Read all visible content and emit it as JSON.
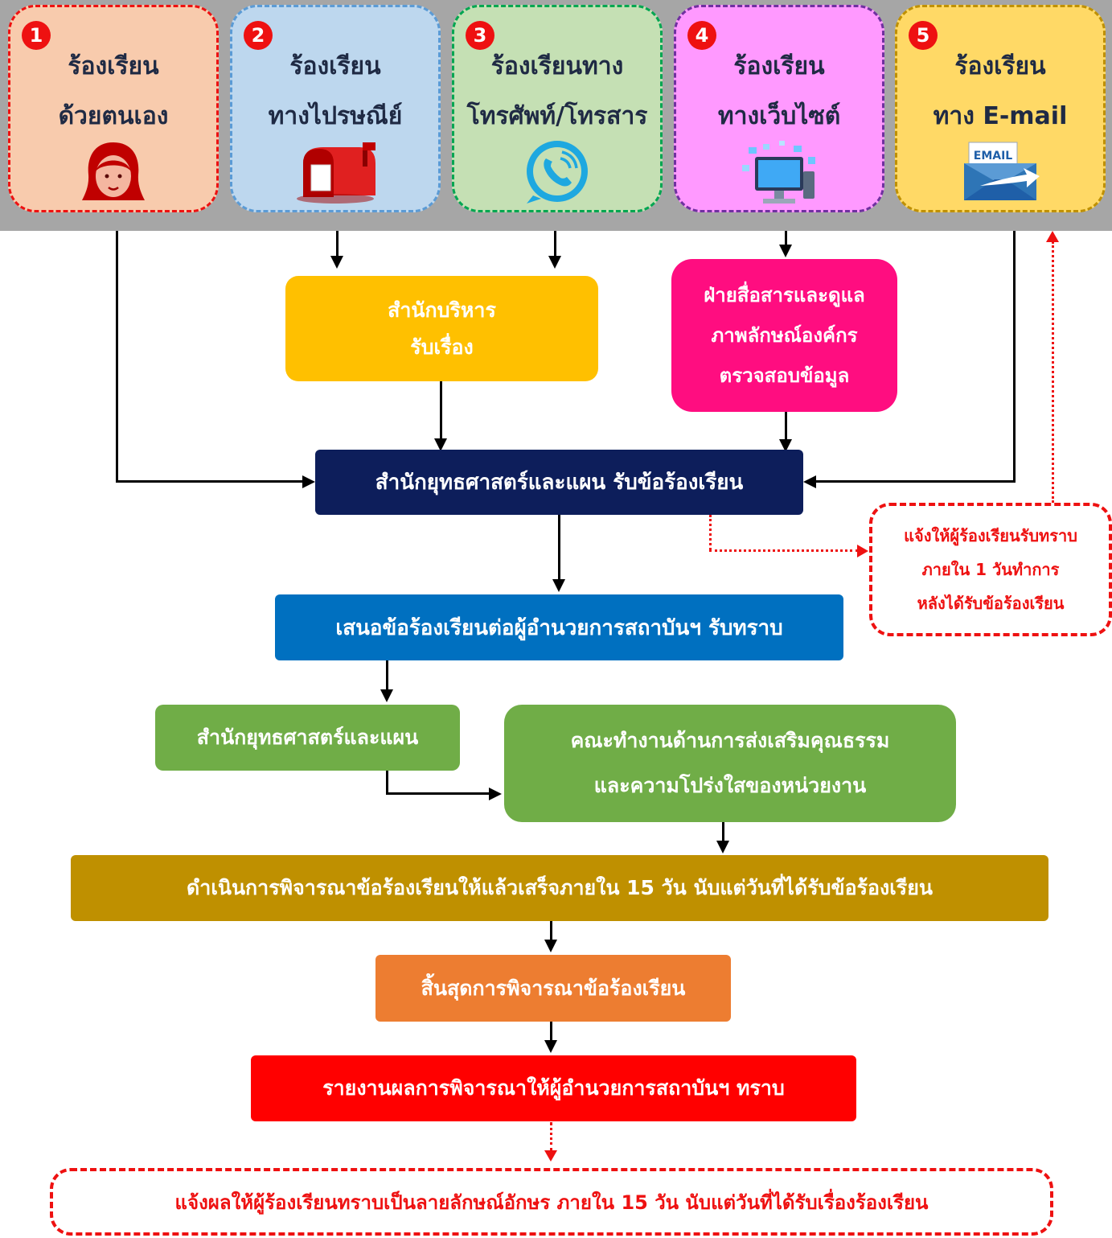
{
  "channels": [
    {
      "num": "1",
      "line1": "ร้องเรียน",
      "line2": "ด้วยตนเอง",
      "icon": "person-icon",
      "fill": "#f8cbad",
      "border": "#ee1111"
    },
    {
      "num": "2",
      "line1": "ร้องเรียน",
      "line2": "ทางไปรษณีย์",
      "icon": "mailbox-icon",
      "fill": "#bdd7ee",
      "border": "#5b9bd5"
    },
    {
      "num": "3",
      "line1": "ร้องเรียนทาง",
      "line2": "โทรศัพท์/โทรสาร",
      "icon": "phone-icon",
      "fill": "#c5e0b4",
      "border": "#00a651"
    },
    {
      "num": "4",
      "line1": "ร้องเรียน",
      "line2": "ทางเว็บไซต์",
      "icon": "computer-icon",
      "fill": "#ff99ff",
      "border": "#7030a0"
    },
    {
      "num": "5",
      "line1": "ร้องเรียน",
      "line2": "ทาง E-mail",
      "icon": "email-icon",
      "fill": "#ffd966",
      "border": "#bf9000"
    }
  ],
  "email_icon_text": "EMAIL",
  "admin_office": {
    "line1": "สำนักบริหาร",
    "line2": "รับเรื่อง",
    "color": "#ffc000"
  },
  "comm_unit": {
    "line1": "ฝ่ายสื่อสารและดูแล",
    "line2": "ภาพลักษณ์องค์กร",
    "line3": "ตรวจสอบข้อมูล",
    "color": "#ff0d80"
  },
  "strategy_receive": {
    "text": "สำนักยุทธศาสตร์และแผน รับข้อร้องเรียน",
    "color": "#0d1e5b"
  },
  "notify_note": {
    "line1": "แจ้งให้ผู้ร้องเรียนรับทราบ",
    "line2": "ภายใน 1 วันทำการ",
    "line3": "หลังได้รับข้อร้องเรียน"
  },
  "propose": {
    "text": "เสนอข้อร้องเรียนต่อผู้อำนวยการสถาบันฯ รับทราบ",
    "color": "#0070c0"
  },
  "strategy_office": {
    "text": "สำนักยุทธศาสตร์และแผน",
    "color": "#70ad47"
  },
  "working_group": {
    "line1": "คณะทำงานด้านการส่งเสริมคุณธรรม",
    "line2": "และความโปร่งใสของหน่วยงาน",
    "color": "#70ad47"
  },
  "process": {
    "text": "ดำเนินการพิจารณาข้อร้องเรียนให้แล้วเสร็จภายใน 15 วัน นับแต่วันที่ได้รับข้อร้องเรียน",
    "color": "#bf9000"
  },
  "finish": {
    "text": "สิ้นสุดการพิจารณาข้อร้องเรียน",
    "color": "#ed7d31"
  },
  "report": {
    "text": "รายงานผลการพิจารณาให้ผู้อำนวยการสถาบันฯ ทราบ",
    "color": "#ff0000"
  },
  "final_note": {
    "text": "แจ้งผลให้ผู้ร้องเรียนทราบเป็นลายลักษณ์อักษร ภายใน 15 วัน นับแต่วันที่ได้รับเรื่องร้องเรียน"
  }
}
